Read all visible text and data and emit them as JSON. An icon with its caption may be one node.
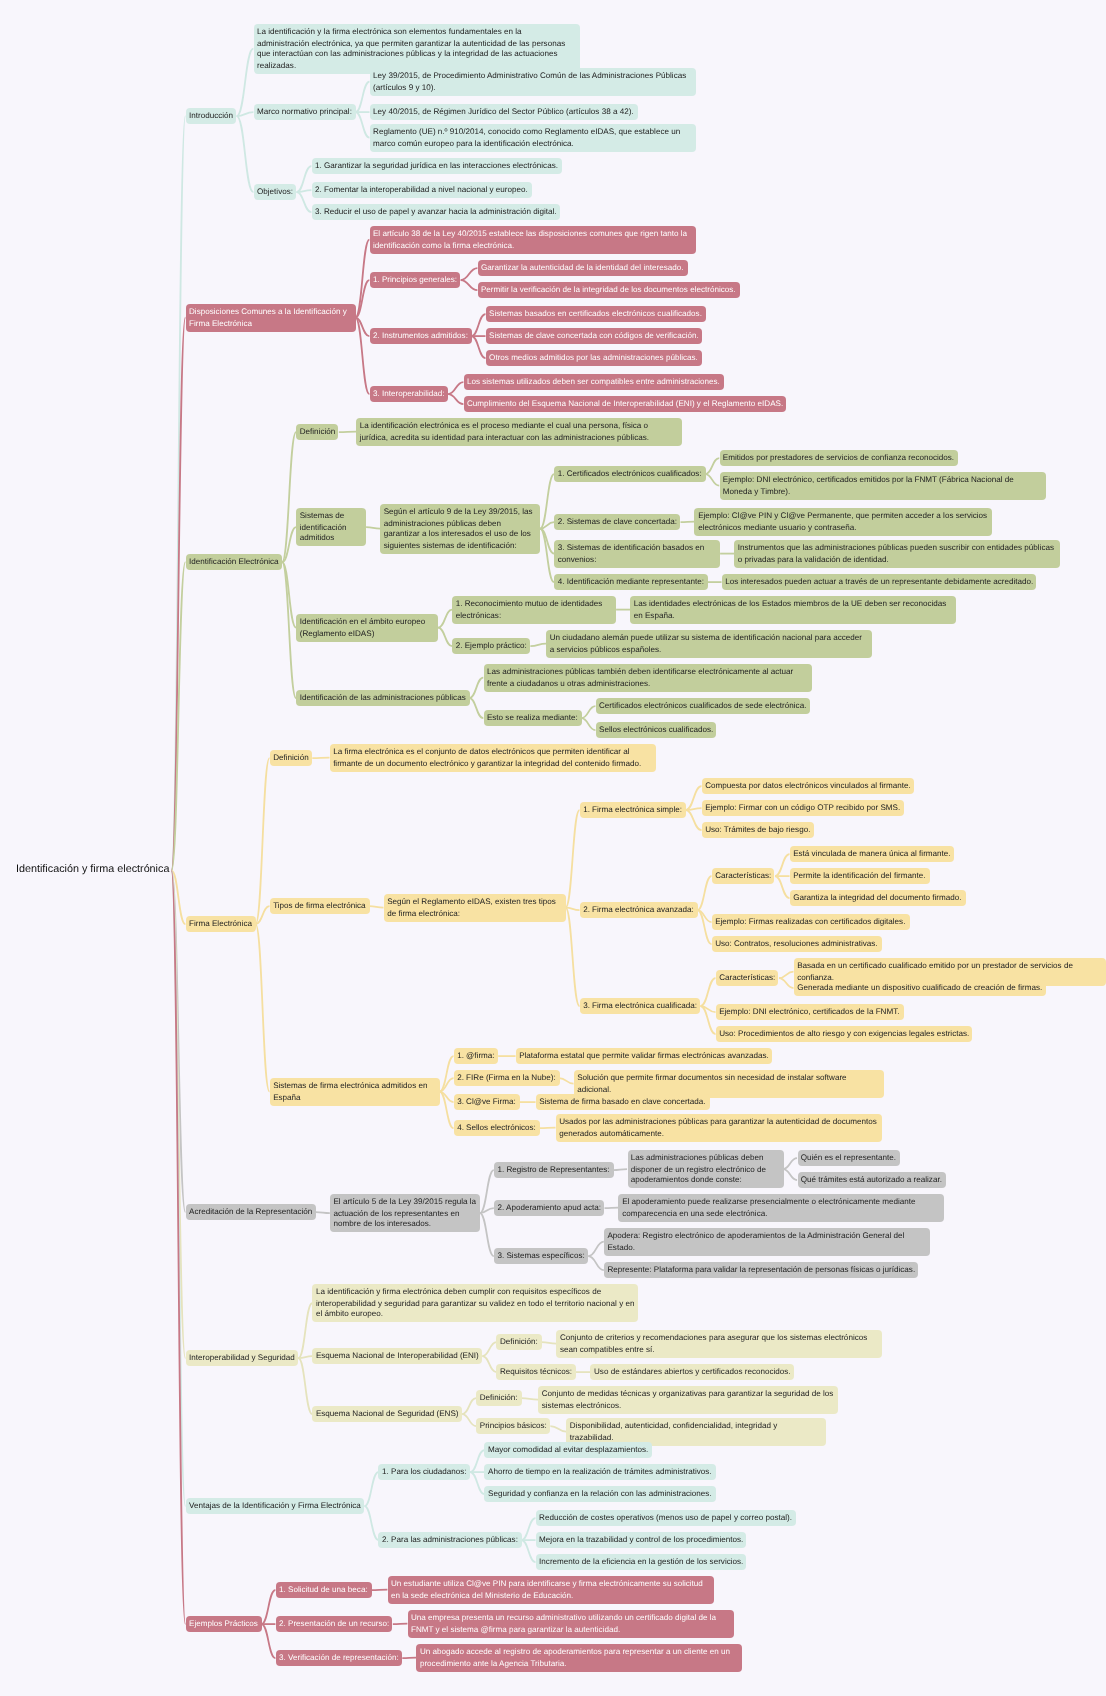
{
  "diagram": {
    "nodes": [
      {
        "text": [
          "Identificación y firma electrónica"
        ]
      },
      {
        "text": [
          "Introducción"
        ]
      },
      {
        "text": [
          "La identificación y la firma electrónica son elementos fundamentales en la administración electrónica, ya que permiten garantizar la autenticidad de las personas que interactúan con las administraciones públicas y la integridad de las actuaciones realizadas."
        ]
      },
      {
        "text": [
          "Marco normativo principal:"
        ]
      },
      {
        "text": [
          "Ley 39/2015, de Procedimiento Administrativo Común de las Administraciones Públicas (artículos 9 y 10)."
        ]
      },
      {
        "text": [
          "Ley 40/2015, de Régimen Jurídico del Sector Público (artículos 38 a 42)."
        ]
      },
      {
        "text": [
          "Reglamento (UE) n.º 910/2014, conocido como Reglamento eIDAS, que establece un marco común europeo para la identificación electrónica."
        ]
      },
      {
        "text": [
          "Objetivos:"
        ]
      },
      {
        "text": [
          "1. Garantizar la seguridad jurídica en las interacciones electrónicas."
        ]
      },
      {
        "text": [
          "2. Fomentar la interoperabilidad a nivel nacional y europeo."
        ]
      },
      {
        "text": [
          "3. Reducir el uso de papel y avanzar hacia la administración digital."
        ]
      },
      {
        "text": [
          "Disposiciones Comunes a la Identificación y Firma Electrónica"
        ]
      },
      {
        "text": [
          "El artículo 38 de la Ley 40/2015 establece las disposiciones comunes que rigen tanto la identificación como la firma electrónica."
        ]
      },
      {
        "text": [
          "1. Principios generales:"
        ]
      },
      {
        "text": [
          "Garantizar la autenticidad de la identidad del interesado."
        ]
      },
      {
        "text": [
          "Permitir la verificación de la integridad de los documentos electrónicos."
        ]
      },
      {
        "text": [
          "2. Instrumentos admitidos:"
        ]
      },
      {
        "text": [
          "Sistemas basados en certificados electrónicos cualificados."
        ]
      },
      {
        "text": [
          "Sistemas de clave concertada con códigos de verificación."
        ]
      },
      {
        "text": [
          "Otros medios admitidos por las administraciones públicas."
        ]
      },
      {
        "text": [
          "3. Interoperabilidad:"
        ]
      },
      {
        "text": [
          "Los sistemas utilizados deben ser compatibles entre administraciones."
        ]
      },
      {
        "text": [
          "Cumplimiento del Esquema Nacional de Interoperabilidad (ENI) y el Reglamento eIDAS."
        ]
      },
      {
        "text": [
          "Identificación Electrónica"
        ]
      },
      {
        "text": [
          "Definición"
        ]
      },
      {
        "text": [
          "La identificación electrónica es el proceso mediante el cual una persona, física o jurídica, acredita su identidad para interactuar con las administraciones públicas."
        ]
      },
      {
        "text": [
          "Sistemas de identificación admitidos"
        ]
      },
      {
        "text": [
          "Según el artículo 9 de la Ley 39/2015, las administraciones públicas deben garantizar a los interesados el uso de los siguientes sistemas de identificación:"
        ]
      },
      {
        "text": [
          "1. Certificados electrónicos cualificados:"
        ]
      },
      {
        "text": [
          "Emitidos por prestadores de servicios de confianza reconocidos."
        ]
      },
      {
        "text": [
          "Ejemplo: DNI electrónico, certificados emitidos por la FNMT (Fábrica Nacional de Moneda y Timbre)."
        ]
      },
      {
        "text": [
          "2. Sistemas de clave concertada:"
        ]
      },
      {
        "text": [
          "Ejemplo: Cl@ve PIN y Cl@ve Permanente, que permiten acceder a los servicios electrónicos mediante usuario y contraseña."
        ]
      },
      {
        "text": [
          "3. Sistemas de identificación basados en convenios:"
        ]
      },
      {
        "text": [
          "Instrumentos que las administraciones públicas pueden suscribir con entidades públicas o privadas para la validación de identidad."
        ]
      },
      {
        "text": [
          "4. Identificación mediante representante:"
        ]
      },
      {
        "text": [
          "Los interesados pueden actuar a través de un representante debidamente acreditado."
        ]
      },
      {
        "text": [
          "Identificación en el ámbito europeo (Reglamento eIDAS)"
        ]
      },
      {
        "text": [
          "1. Reconocimiento mutuo de identidades electrónicas:"
        ]
      },
      {
        "text": [
          "Las identidades electrónicas de los Estados miembros de la UE deben ser reconocidas en España."
        ]
      },
      {
        "text": [
          "2. Ejemplo práctico:"
        ]
      },
      {
        "text": [
          "Un ciudadano alemán puede utilizar su sistema de identificación nacional para acceder a servicios públicos españoles."
        ]
      },
      {
        "text": [
          "Identificación de las administraciones públicas"
        ]
      },
      {
        "text": [
          "Las administraciones públicas también deben identificarse electrónicamente al actuar frente a ciudadanos u otras administraciones."
        ]
      },
      {
        "text": [
          "Esto se realiza mediante:"
        ]
      },
      {
        "text": [
          "Certificados electrónicos cualificados de sede electrónica."
        ]
      },
      {
        "text": [
          "Sellos electrónicos cualificados."
        ]
      },
      {
        "text": [
          "Firma Electrónica"
        ]
      },
      {
        "text": [
          "Definición"
        ]
      },
      {
        "text": [
          "La firma electrónica es el conjunto de datos electrónicos que permiten identificar al firmante de un documento electrónico y garantizar la integridad del contenido firmado."
        ]
      },
      {
        "text": [
          "Tipos de firma electrónica"
        ]
      },
      {
        "text": [
          "Según el Reglamento eIDAS, existen tres tipos de firma electrónica:"
        ]
      },
      {
        "text": [
          "1. Firma electrónica simple:"
        ]
      },
      {
        "text": [
          "Compuesta por datos electrónicos vinculados al firmante."
        ]
      },
      {
        "text": [
          "Ejemplo: Firmar con un código OTP recibido por SMS."
        ]
      },
      {
        "text": [
          "Uso: Trámites de bajo riesgo."
        ]
      },
      {
        "text": [
          "2. Firma electrónica avanzada:"
        ]
      },
      {
        "text": [
          "Características:"
        ]
      },
      {
        "text": [
          "Está vinculada de manera única al firmante."
        ]
      },
      {
        "text": [
          "Permite la identificación del firmante."
        ]
      },
      {
        "text": [
          "Garantiza la integridad del documento firmado."
        ]
      },
      {
        "text": [
          "Ejemplo: Firmas realizadas con certificados digitales."
        ]
      },
      {
        "text": [
          "Uso: Contratos, resoluciones administrativas."
        ]
      },
      {
        "text": [
          "3. Firma electrónica cualificada:"
        ]
      },
      {
        "text": [
          "Características:"
        ]
      },
      {
        "text": [
          "Basada en un certificado cualificado emitido por un prestador de servicios de confianza."
        ]
      },
      {
        "text": [
          "Generada mediante un dispositivo cualificado de creación de firmas."
        ]
      },
      {
        "text": [
          "Ejemplo: DNI electrónico, certificados de la FNMT."
        ]
      },
      {
        "text": [
          "Uso: Procedimientos de alto riesgo y con exigencias legales estrictas."
        ]
      },
      {
        "text": [
          "Sistemas de firma electrónica admitidos en España"
        ]
      },
      {
        "text": [
          "1. @firma:"
        ]
      },
      {
        "text": [
          "Plataforma estatal que permite validar firmas electrónicas avanzadas."
        ]
      },
      {
        "text": [
          "2. FIRe (Firma en la Nube):"
        ]
      },
      {
        "text": [
          "Solución que permite firmar documentos sin necesidad de instalar software adicional."
        ]
      },
      {
        "text": [
          "3. Cl@ve Firma:"
        ]
      },
      {
        "text": [
          "Sistema de firma basado en clave concertada."
        ]
      },
      {
        "text": [
          "4. Sellos electrónicos:"
        ]
      },
      {
        "text": [
          "Usados por las administraciones públicas para garantizar la autenticidad de documentos generados automáticamente."
        ]
      },
      {
        "text": [
          "Acreditación de la Representación"
        ]
      },
      {
        "text": [
          "El artículo 5 de la Ley 39/2015 regula la actuación de los representantes en nombre de los interesados."
        ]
      },
      {
        "text": [
          "1. Registro de Representantes:"
        ]
      },
      {
        "text": [
          "Las administraciones públicas deben disponer de un registro electrónico de apoderamientos donde conste:"
        ]
      },
      {
        "text": [
          "Quién es el representante."
        ]
      },
      {
        "text": [
          "Qué trámites está autorizado a realizar."
        ]
      },
      {
        "text": [
          "2. Apoderamiento apud acta:"
        ]
      },
      {
        "text": [
          "El apoderamiento puede realizarse presencialmente o electrónicamente mediante comparecencia en una sede electrónica."
        ]
      },
      {
        "text": [
          "3. Sistemas específicos:"
        ]
      },
      {
        "text": [
          "Apodera: Registro electrónico de apoderamientos de la Administración General del Estado."
        ]
      },
      {
        "text": [
          "Represente: Plataforma para validar la representación de personas físicas o jurídicas."
        ]
      },
      {
        "text": [
          "Interoperabilidad y Seguridad"
        ]
      },
      {
        "text": [
          "La identificación y firma electrónica deben cumplir con requisitos específicos de interoperabilidad y seguridad para garantizar su validez en todo el territorio nacional y en el ámbito europeo."
        ]
      },
      {
        "text": [
          "Esquema Nacional de Interoperabilidad (ENI)"
        ]
      },
      {
        "text": [
          "Definición:"
        ]
      },
      {
        "text": [
          "Conjunto de criterios y recomendaciones para asegurar que los sistemas electrónicos sean compatibles entre sí."
        ]
      },
      {
        "text": [
          "Requisitos técnicos:"
        ]
      },
      {
        "text": [
          "Uso de estándares abiertos y certificados reconocidos."
        ]
      },
      {
        "text": [
          "Esquema Nacional de Seguridad (ENS)"
        ]
      },
      {
        "text": [
          "Definición:"
        ]
      },
      {
        "text": [
          "Conjunto de medidas técnicas y organizativas para garantizar la seguridad de los sistemas electrónicos."
        ]
      },
      {
        "text": [
          "Principios básicos:"
        ]
      },
      {
        "text": [
          "Disponibilidad, autenticidad, confidencialidad, integridad y trazabilidad."
        ]
      },
      {
        "text": [
          "Ventajas de la Identificación y Firma Electrónica"
        ]
      },
      {
        "text": [
          "1. Para los ciudadanos:"
        ]
      },
      {
        "text": [
          "Mayor comodidad al evitar desplazamientos."
        ]
      },
      {
        "text": [
          "Ahorro de tiempo en la realización de trámites administrativos."
        ]
      },
      {
        "text": [
          "Seguridad y confianza en la relación con las administraciones."
        ]
      },
      {
        "text": [
          "2. Para las administraciones públicas:"
        ]
      },
      {
        "text": [
          "Reducción de costes operativos (menos uso de papel y correo postal)."
        ]
      },
      {
        "text": [
          "Mejora en la trazabilidad y control de los procedimientos."
        ]
      },
      {
        "text": [
          "Incremento de la eficiencia en la gestión de los servicios."
        ]
      },
      {
        "text": [
          "Ejemplos Prácticos"
        ]
      },
      {
        "text": [
          "1. Solicitud de una beca:"
        ]
      },
      {
        "text": [
          "Un estudiante utiliza Cl@ve PIN para identificarse y firma electrónicamente su solicitud en la sede electrónica del Ministerio de Educación."
        ]
      },
      {
        "text": [
          "2. Presentación de un recurso:"
        ]
      },
      {
        "text": [
          "Una empresa presenta un recurso administrativo utilizando un certificado digital de la FNMT y el sistema @firma para garantizar la autenticidad."
        ]
      },
      {
        "text": [
          "3. Verificación de representación:"
        ]
      },
      {
        "text": [
          "Un abogado accede al registro de apoderamientos para representar a un cliente en un procedimiento ante la Agencia Tributaria."
        ]
      }
    ],
    "edges": [
      {
        "from": 0,
        "to": 1,
        "arrow": "none",
        "color": "#cfe8e3"
      },
      {
        "from": 1,
        "to": 2,
        "arrow": "none",
        "color": "#cfe8e3"
      },
      {
        "from": 1,
        "to": 3,
        "arrow": "none",
        "color": "#cfe8e3"
      },
      {
        "from": 3,
        "to": 4,
        "arrow": "none",
        "color": "#cfe8e3"
      },
      {
        "from": 3,
        "to": 5,
        "arrow": "none",
        "color": "#cfe8e3"
      },
      {
        "from": 3,
        "to": 6,
        "arrow": "none",
        "color": "#cfe8e3"
      },
      {
        "from": 1,
        "to": 7,
        "arrow": "none",
        "color": "#cfe8e3"
      },
      {
        "from": 7,
        "to": 8,
        "arrow": "none",
        "color": "#cfe8e3"
      },
      {
        "from": 7,
        "to": 9,
        "arrow": "none",
        "color": "#cfe8e3"
      },
      {
        "from": 7,
        "to": 10,
        "arrow": "none",
        "color": "#cfe8e3"
      },
      {
        "from": 0,
        "to": 11,
        "arrow": "none",
        "color": "#c77886"
      },
      {
        "from": 11,
        "to": 12,
        "arrow": "none",
        "color": "#c77886"
      },
      {
        "from": 11,
        "to": 13,
        "arrow": "none",
        "color": "#c77886"
      },
      {
        "from": 13,
        "to": 14,
        "arrow": "none",
        "color": "#c77886"
      },
      {
        "from": 13,
        "to": 15,
        "arrow": "none",
        "color": "#c77886"
      },
      {
        "from": 11,
        "to": 16,
        "arrow": "none",
        "color": "#c77886"
      },
      {
        "from": 16,
        "to": 17,
        "arrow": "none",
        "color": "#c77886"
      },
      {
        "from": 16,
        "to": 18,
        "arrow": "none",
        "color": "#c77886"
      },
      {
        "from": 16,
        "to": 19,
        "arrow": "none",
        "color": "#c77886"
      },
      {
        "from": 11,
        "to": 20,
        "arrow": "none",
        "color": "#c77886"
      },
      {
        "from": 20,
        "to": 21,
        "arrow": "none",
        "color": "#c77886"
      },
      {
        "from": 20,
        "to": 22,
        "arrow": "none",
        "color": "#c77886"
      },
      {
        "from": 0,
        "to": 23,
        "arrow": "none",
        "color": "#c3cf9e"
      },
      {
        "from": 23,
        "to": 24,
        "arrow": "none",
        "color": "#c3cf9e"
      },
      {
        "from": 24,
        "to": 25,
        "arrow": "none",
        "color": "#c3cf9e"
      },
      {
        "from": 23,
        "to": 26,
        "arrow": "none",
        "color": "#c3cf9e"
      },
      {
        "from": 26,
        "to": 27,
        "arrow": "none",
        "color": "#c3cf9e"
      },
      {
        "from": 27,
        "to": 28,
        "arrow": "none",
        "color": "#c3cf9e"
      },
      {
        "from": 28,
        "to": 29,
        "arrow": "none",
        "color": "#c3cf9e"
      },
      {
        "from": 28,
        "to": 30,
        "arrow": "none",
        "color": "#c3cf9e"
      },
      {
        "from": 27,
        "to": 31,
        "arrow": "none",
        "color": "#c3cf9e"
      },
      {
        "from": 31,
        "to": 32,
        "arrow": "none",
        "color": "#c3cf9e"
      },
      {
        "from": 27,
        "to": 33,
        "arrow": "none",
        "color": "#c3cf9e"
      },
      {
        "from": 33,
        "to": 34,
        "arrow": "none",
        "color": "#c3cf9e"
      },
      {
        "from": 27,
        "to": 35,
        "arrow": "none",
        "color": "#c3cf9e"
      },
      {
        "from": 35,
        "to": 36,
        "arrow": "none",
        "color": "#c3cf9e"
      },
      {
        "from": 23,
        "to": 37,
        "arrow": "none",
        "color": "#c3cf9e"
      },
      {
        "from": 37,
        "to": 38,
        "arrow": "none",
        "color": "#c3cf9e"
      },
      {
        "from": 38,
        "to": 39,
        "arrow": "none",
        "color": "#c3cf9e"
      },
      {
        "from": 37,
        "to": 40,
        "arrow": "none",
        "color": "#c3cf9e"
      },
      {
        "from": 40,
        "to": 41,
        "arrow": "none",
        "color": "#c3cf9e"
      },
      {
        "from": 23,
        "to": 42,
        "arrow": "none",
        "color": "#c3cf9e"
      },
      {
        "from": 42,
        "to": 43,
        "arrow": "none",
        "color": "#c3cf9e"
      },
      {
        "from": 42,
        "to": 44,
        "arrow": "none",
        "color": "#c3cf9e"
      },
      {
        "from": 44,
        "to": 45,
        "arrow": "none",
        "color": "#c3cf9e"
      },
      {
        "from": 44,
        "to": 46,
        "arrow": "none",
        "color": "#c3cf9e"
      },
      {
        "from": 0,
        "to": 47,
        "arrow": "none"
      },
      {
        "from": 47,
        "to": 48,
        "arrow": "none"
      },
      {
        "from": 48,
        "to": 49,
        "arrow": "none"
      },
      {
        "from": 47,
        "to": 50,
        "arrow": "none"
      },
      {
        "from": 50,
        "to": 51,
        "arrow": "none"
      },
      {
        "from": 51,
        "to": 52,
        "arrow": "none"
      },
      {
        "from": 52,
        "to": 53,
        "arrow": "none"
      },
      {
        "from": 52,
        "to": 54,
        "arrow": "none"
      },
      {
        "from": 52,
        "to": 55,
        "arrow": "none"
      },
      {
        "from": 51,
        "to": 56,
        "arrow": "none"
      },
      {
        "from": 56,
        "to": 57,
        "arrow": "none"
      },
      {
        "from": 57,
        "to": 58,
        "arrow": "none"
      },
      {
        "from": 57,
        "to": 59,
        "arrow": "none"
      },
      {
        "from": 57,
        "to": 60,
        "arrow": "none"
      },
      {
        "from": 56,
        "to": 61,
        "arrow": "none"
      },
      {
        "from": 56,
        "to": 62,
        "arrow": "none"
      },
      {
        "from": 51,
        "to": 63,
        "arrow": "none"
      },
      {
        "from": 63,
        "to": 64,
        "arrow": "none"
      },
      {
        "from": 64,
        "to": 65,
        "arrow": "none"
      },
      {
        "from": 64,
        "to": 66,
        "arrow": "none"
      },
      {
        "from": 63,
        "to": 67,
        "arrow": "none"
      },
      {
        "from": 63,
        "to": 68,
        "arrow": "none"
      },
      {
        "from": 47,
        "to": 69,
        "arrow": "none"
      },
      {
        "from": 69,
        "to": 70,
        "arrow": "none"
      },
      {
        "from": 70,
        "to": 71,
        "arrow": "none"
      },
      {
        "from": 69,
        "to": 72,
        "arrow": "none"
      },
      {
        "from": 72,
        "to": 73,
        "arrow": "none"
      },
      {
        "from": 69,
        "to": 74,
        "arrow": "none"
      },
      {
        "from": 74,
        "to": 75,
        "arrow": "none"
      },
      {
        "from": 69,
        "to": 76,
        "arrow": "none"
      },
      {
        "from": 76,
        "to": 77,
        "arrow": "none"
      },
      {
        "from": 0,
        "to": 78,
        "arrow": "none",
        "color": "#c4c4c4"
      },
      {
        "from": 78,
        "to": 79,
        "arrow": "none",
        "color": "#c4c4c4"
      },
      {
        "from": 79,
        "to": 80,
        "arrow": "none",
        "color": "#c4c4c4"
      },
      {
        "from": 80,
        "to": 81,
        "arrow": "none",
        "color": "#c4c4c4"
      },
      {
        "from": 81,
        "to": 82,
        "arrow": "none",
        "color": "#c4c4c4"
      },
      {
        "from": 81,
        "to": 83,
        "arrow": "none",
        "color": "#c4c4c4"
      },
      {
        "from": 79,
        "to": 84,
        "arrow": "none",
        "color": "#c4c4c4"
      },
      {
        "from": 84,
        "to": 85,
        "arrow": "none",
        "color": "#c4c4c4"
      },
      {
        "from": 79,
        "to": 86,
        "arrow": "none",
        "color": "#c4c4c4"
      },
      {
        "from": 86,
        "to": 87,
        "arrow": "none",
        "color": "#c4c4c4"
      },
      {
        "from": 86,
        "to": 88,
        "arrow": "none",
        "color": "#c4c4c4"
      },
      {
        "from": 0,
        "to": 89,
        "arrow": "none",
        "color": "#e5e3bd"
      },
      {
        "from": 89,
        "to": 90,
        "arrow": "none",
        "color": "#e5e3bd"
      },
      {
        "from": 89,
        "to": 91,
        "arrow": "none",
        "color": "#e5e3bd"
      },
      {
        "from": 91,
        "to": 92,
        "arrow": "none",
        "color": "#e5e3bd"
      },
      {
        "from": 92,
        "to": 93,
        "arrow": "none",
        "color": "#e5e3bd"
      },
      {
        "from": 91,
        "to": 94,
        "arrow": "none",
        "color": "#e5e3bd"
      },
      {
        "from": 94,
        "to": 95,
        "arrow": "none",
        "color": "#e5e3bd"
      },
      {
        "from": 89,
        "to": 96,
        "arrow": "none",
        "color": "#e5e3bd"
      },
      {
        "from": 96,
        "to": 97,
        "arrow": "none",
        "color": "#e5e3bd"
      },
      {
        "from": 97,
        "to": 98,
        "arrow": "none",
        "color": "#e5e3bd"
      },
      {
        "from": 96,
        "to": 99,
        "arrow": "none",
        "color": "#e5e3bd"
      },
      {
        "from": 99,
        "to": 100,
        "arrow": "none",
        "color": "#e5e3bd"
      },
      {
        "from": 0,
        "to": 101,
        "arrow": "none",
        "color": "#cfe8e3"
      },
      {
        "from": 101,
        "to": 102,
        "arrow": "none",
        "color": "#cfe8e3"
      },
      {
        "from": 102,
        "to": 103,
        "arrow": "none",
        "color": "#cfe8e3"
      },
      {
        "from": 102,
        "to": 104,
        "arrow": "none",
        "color": "#cfe8e3"
      },
      {
        "from": 102,
        "to": 105,
        "arrow": "none",
        "color": "#cfe8e3"
      },
      {
        "from": 101,
        "to": 106,
        "arrow": "none",
        "color": "#cfe8e3"
      },
      {
        "from": 106,
        "to": 107,
        "arrow": "none",
        "color": "#cfe8e3"
      },
      {
        "from": 106,
        "to": 108,
        "arrow": "none",
        "color": "#cfe8e3"
      },
      {
        "from": 106,
        "to": 109,
        "arrow": "none",
        "color": "#cfe8e3"
      },
      {
        "from": 0,
        "to": 110,
        "arrow": "none",
        "color": "#c77886"
      },
      {
        "from": 110,
        "to": 111,
        "arrow": "none",
        "color": "#c77886"
      },
      {
        "from": 111,
        "to": 112,
        "arrow": "none",
        "color": "#c77886"
      },
      {
        "from": 110,
        "to": 113,
        "arrow": "none",
        "color": "#c77886"
      },
      {
        "from": 113,
        "to": 114,
        "arrow": "none",
        "color": "#c77886"
      },
      {
        "from": 110,
        "to": 115,
        "arrow": "none",
        "color": "#c77886"
      },
      {
        "from": 115,
        "to": 116,
        "arrow": "none",
        "color": "#c77886"
      }
    ]
  }
}
